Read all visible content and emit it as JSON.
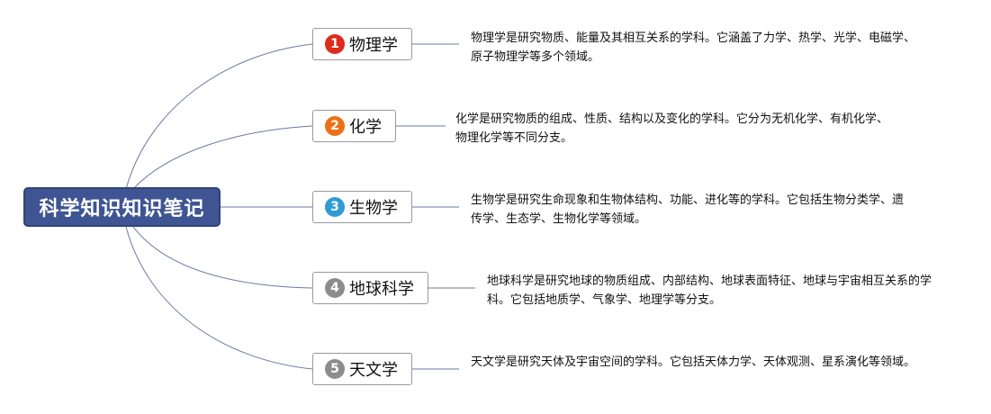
{
  "root": {
    "title": "科学知识知识笔记"
  },
  "colors": {
    "root_bg": "#3f5593",
    "connector": "#6b79a8",
    "badge_1": "#e02a1b",
    "badge_2": "#ec7116",
    "badge_3": "#2f9bd6",
    "badge_4": "#8c8c8c",
    "badge_5": "#8c8c8c"
  },
  "branches": [
    {
      "number": "1",
      "label": "物理学",
      "description": "物理学是研究物质、能量及其相互关系的学科。它涵盖了力学、热学、光学、电磁学、原子物理学等多个领域。"
    },
    {
      "number": "2",
      "label": "化学",
      "description": "化学是研究物质的组成、性质、结构以及变化的学科。它分为无机化学、有机化学、物理化学等不同分支。"
    },
    {
      "number": "3",
      "label": "生物学",
      "description": "生物学是研究生命现象和生物体结构、功能、进化等的学科。它包括生物分类学、遗传学、生态学、生物化学等领域。"
    },
    {
      "number": "4",
      "label": "地球科学",
      "description": "地球科学是研究地球的物质组成、内部结构、地球表面特征、地球与宇宙相互关系的学科。它包括地质学、气象学、地理学等分支。"
    },
    {
      "number": "5",
      "label": "天文学",
      "description": "天文学是研究天体及宇宙空间的学科。它包括天体力学、天体观测、星系演化等领域。"
    }
  ]
}
